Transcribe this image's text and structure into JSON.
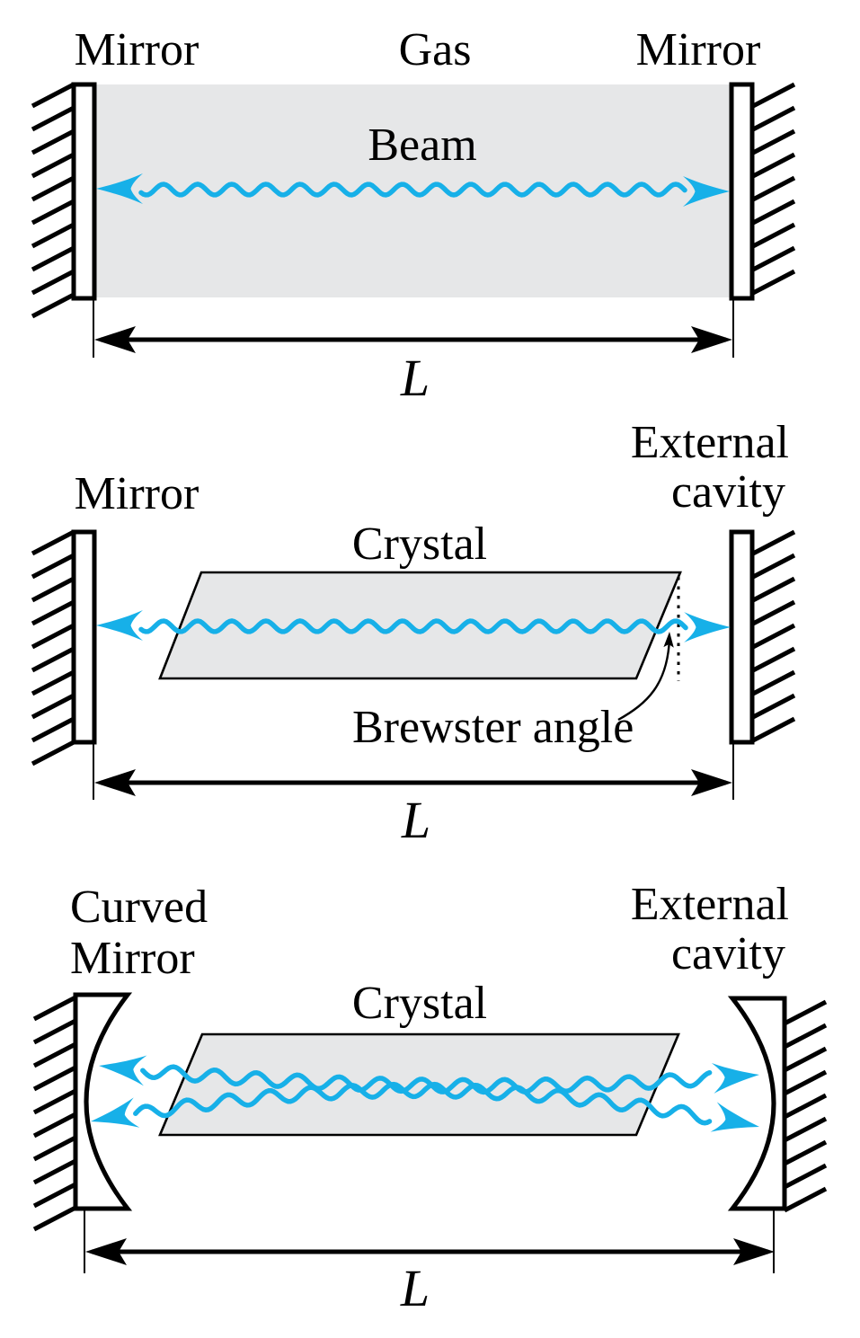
{
  "colors": {
    "beam": "#17b0e8",
    "beam_text": "#1b9ce0",
    "region_gray": "#e6e7e8",
    "ink": "#000000"
  },
  "diagram1": {
    "left_mirror_label": "Mirror",
    "gas_label": "Gas",
    "right_mirror_label": "Mirror",
    "beam_label": "Beam",
    "length_label": "L"
  },
  "diagram2": {
    "mirror_label": "Mirror",
    "external_cavity_line1": "External",
    "external_cavity_line2": "cavity",
    "crystal_label": "Crystal",
    "brewster_label": "Brewster angle",
    "length_label": "L"
  },
  "diagram3": {
    "curved_mirror_line1": "Curved",
    "curved_mirror_line2": "Mirror",
    "external_cavity_line1": "External",
    "external_cavity_line2": "cavity",
    "crystal_label": "Crystal",
    "length_label": "L"
  }
}
